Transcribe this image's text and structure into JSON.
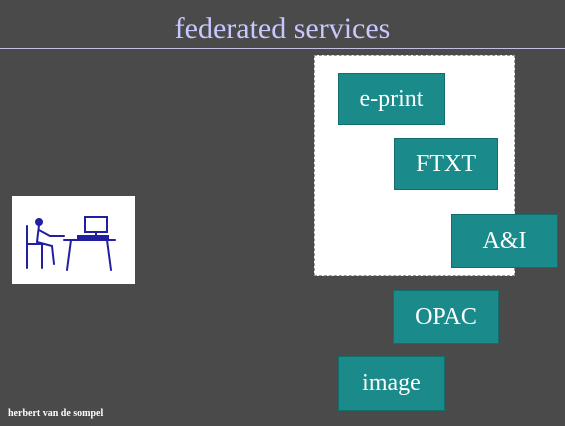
{
  "slide": {
    "title": "federated services",
    "footer": "herbert van de sompel"
  },
  "services": {
    "eprint": "e-print",
    "ftxt": "FTXT",
    "ai": "A&I",
    "opac": "OPAC",
    "image": "image"
  },
  "colors": {
    "background": "#4a4a4a",
    "title_text": "#c8c8ff",
    "service_box": "#1a8a8a",
    "panel": "#ffffff",
    "user_icon": "#2020a0"
  },
  "icons": {
    "user": "person-at-computer-icon"
  }
}
